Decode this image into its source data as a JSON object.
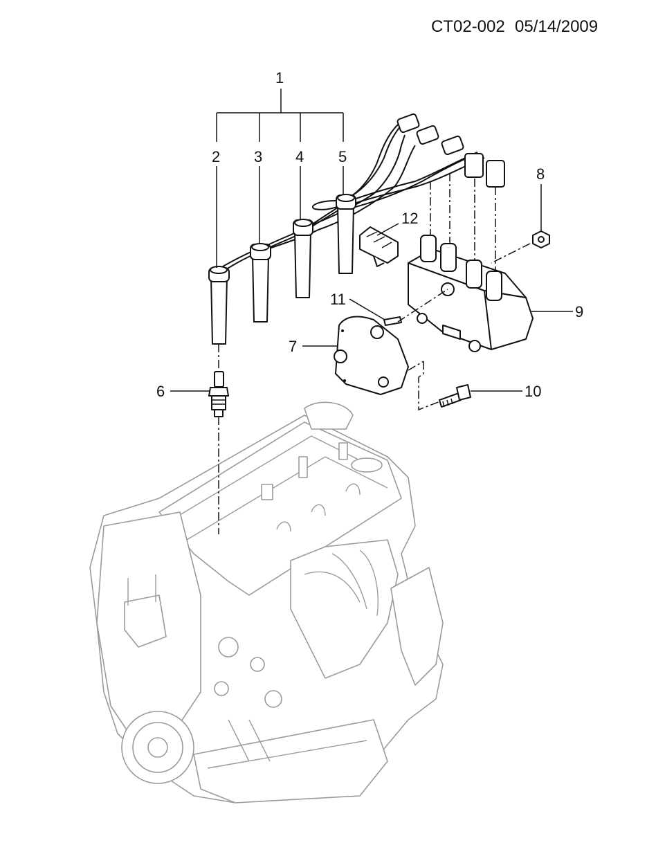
{
  "header": {
    "code": "CT02-002",
    "date": "05/14/2009"
  },
  "callouts": {
    "c1": "1",
    "c2": "2",
    "c3": "3",
    "c4": "4",
    "c5": "5",
    "c6": "6",
    "c7": "7",
    "c8": "8",
    "c9": "9",
    "c10": "10",
    "c11": "11",
    "c12": "12"
  },
  "colors": {
    "line": "#111111",
    "engine": "#9a9a9a",
    "background": "#ffffff"
  }
}
